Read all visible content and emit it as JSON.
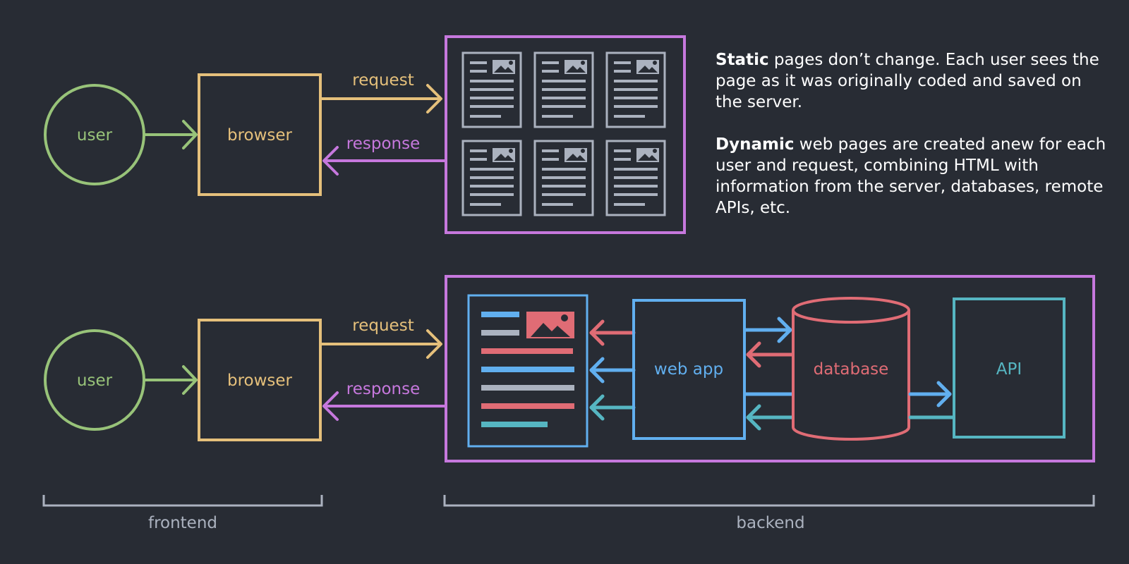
{
  "colors": {
    "background": "#282c34",
    "user": "#98c379",
    "browser": "#e5c07b",
    "server": "#c678dd",
    "page_gray": "#abb2bf",
    "web_app": "#61afef",
    "database": "#e06c75",
    "api": "#56b6c2",
    "text": "#ffffff"
  },
  "static_row": {
    "user_label": "user",
    "browser_label": "browser",
    "request_label": "request",
    "response_label": "response",
    "page_count": 6
  },
  "dynamic_row": {
    "user_label": "user",
    "browser_label": "browser",
    "request_label": "request",
    "response_label": "response",
    "web_app_label": "web app",
    "database_label": "database",
    "api_label": "API"
  },
  "description": {
    "static_term": "Static",
    "static_text": " pages don’t change. Each user sees the page as it was originally coded and saved on the server.",
    "dynamic_term": "Dynamic",
    "dynamic_text": " web pages are created anew for each user and request, combining HTML with information from the server, databases, remote APIs, etc."
  },
  "brackets": {
    "frontend_label": "frontend",
    "backend_label": "backend"
  }
}
